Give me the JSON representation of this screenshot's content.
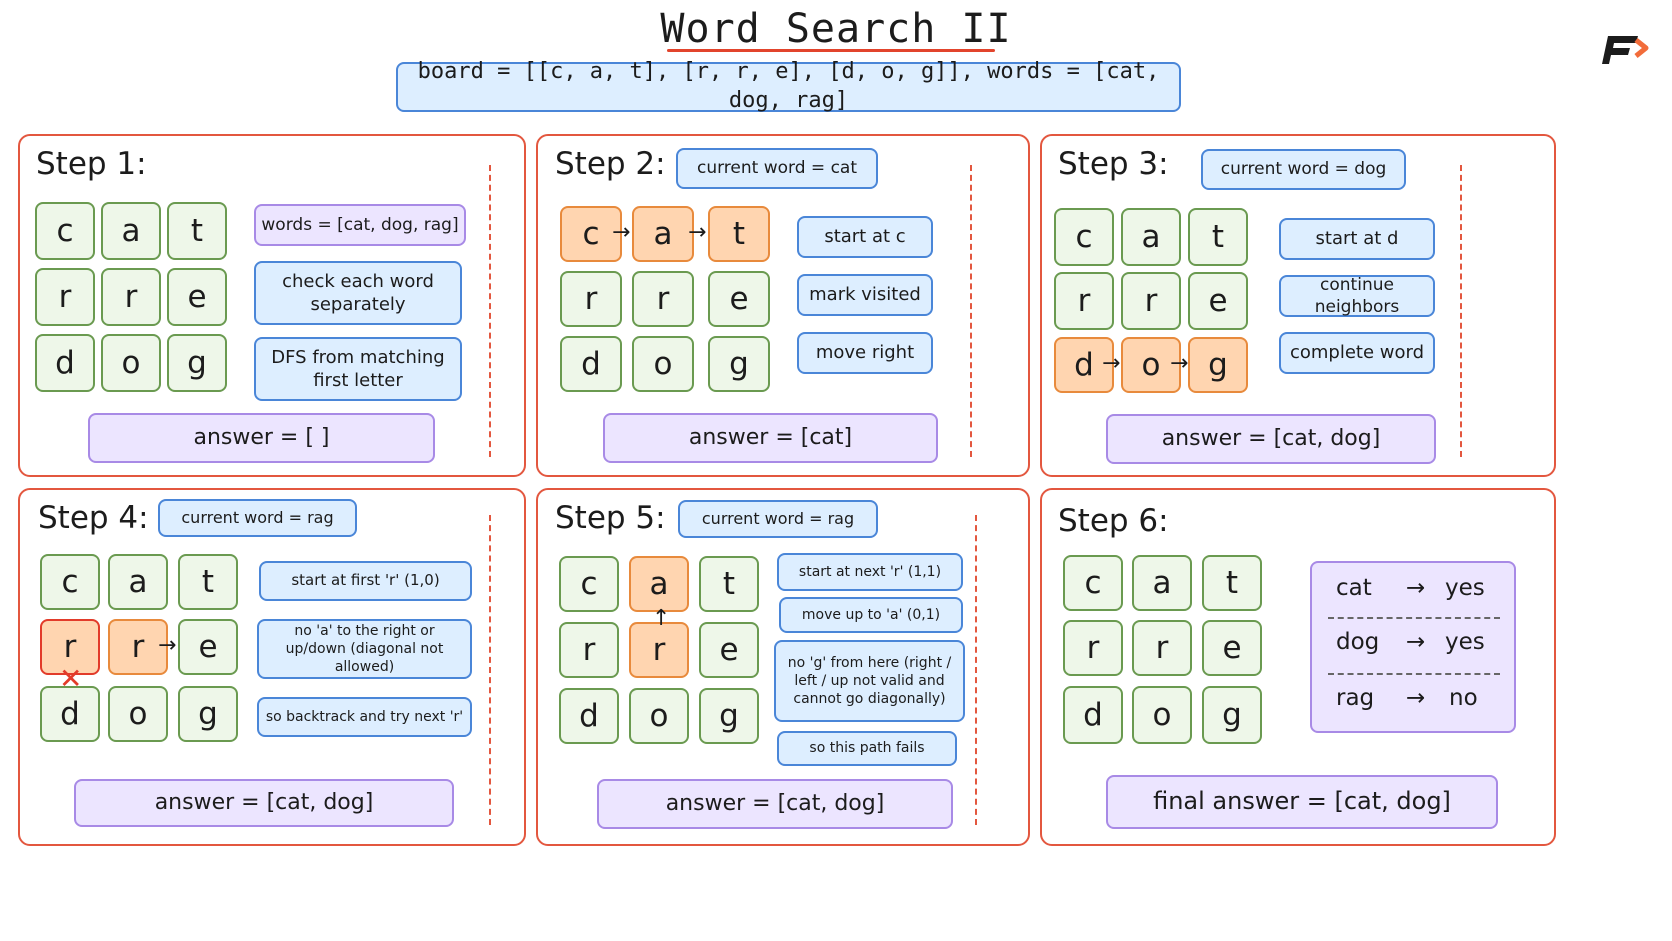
{
  "title": "Word Search II",
  "problem": "board = [[c, a, t], [r, r, e], [d, o, g]], words = [cat, dog, rag]",
  "colors": {
    "panel_border": "#e3573f",
    "blue_fill": "#ddeeff",
    "blue_border": "#4a86d8",
    "purple_fill": "#ece5ff",
    "green_cell": "#eef7e9",
    "orange_cell": "#ffd5b0",
    "logo": "#1c1c1c",
    "logo_accent": "#f26c3a"
  },
  "board": [
    "c",
    "a",
    "t",
    "r",
    "r",
    "e",
    "d",
    "o",
    "g"
  ],
  "steps": [
    {
      "title": "Step 1:",
      "notes": [
        "words = [cat, dog, rag]",
        "check each word separately",
        "DFS from matching first letter"
      ],
      "answer": "answer = [ ]"
    },
    {
      "title": "Step 2:",
      "current": "current word = cat",
      "notes": [
        "start at c",
        "mark visited",
        "move right"
      ],
      "answer": "answer = [cat]"
    },
    {
      "title": "Step 3:",
      "current": "current word = dog",
      "notes": [
        "start at d",
        "continue neighbors",
        "complete word"
      ],
      "answer": "answer = [cat, dog]"
    },
    {
      "title": "Step 4:",
      "current": "current word = rag",
      "notes": [
        "start at first 'r' (1,0)",
        "no 'a' to the right or up/down (diagonal not allowed)",
        "so backtrack and try next 'r'"
      ],
      "answer": "answer = [cat, dog]"
    },
    {
      "title": "Step 5:",
      "current": "current word = rag",
      "notes": [
        "start at next 'r' (1,1)",
        "move up to 'a' (0,1)",
        "no 'g' from here (right / left / up not valid and cannot go diagonally)",
        "so this path fails"
      ],
      "answer": "answer = [cat, dog]"
    },
    {
      "title": "Step 6:",
      "results": [
        {
          "word": "cat",
          "arrow": "→",
          "verdict": "yes"
        },
        {
          "word": "dog",
          "arrow": "→",
          "verdict": "yes"
        },
        {
          "word": "rag",
          "arrow": "→",
          "verdict": "no"
        }
      ],
      "answer": "final answer = [cat, dog]"
    }
  ],
  "arrow_right": "→",
  "arrow_up": "↑",
  "cross": "✕"
}
